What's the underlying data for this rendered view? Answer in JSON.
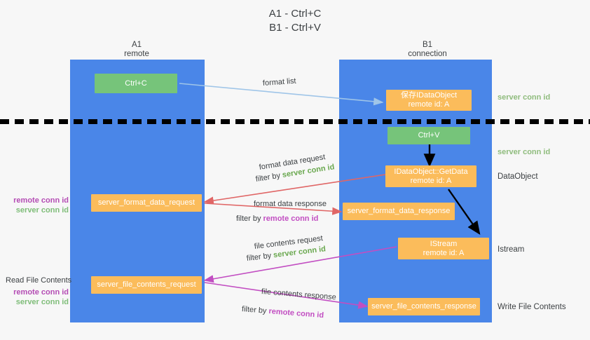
{
  "title": {
    "line1": "A1 - Ctrl+C",
    "line2": "B1 - Ctrl+V"
  },
  "columns": [
    {
      "id": "a1",
      "name": "A1",
      "role": "remote"
    },
    {
      "id": "b1",
      "name": "B1",
      "role": "connection"
    }
  ],
  "nodes": {
    "ctrl_c": {
      "line1": "Ctrl+C",
      "line2": ""
    },
    "save_idataobject": {
      "line1": "保存IDataObject",
      "line2": "remote id: A"
    },
    "ctrl_v": {
      "line1": "Ctrl+V",
      "line2": ""
    },
    "getdata": {
      "line1": "IDataObject::GetData",
      "line2": "remote id: A"
    },
    "fmt_req": {
      "line1": "server_format_data_request",
      "line2": ""
    },
    "fmt_resp": {
      "line1": "server_format_data_response",
      "line2": ""
    },
    "istream": {
      "line1": "IStream",
      "line2": "remote id: A"
    },
    "file_req": {
      "line1": "server_file_contents_request",
      "line2": ""
    },
    "file_resp": {
      "line1": "server_file_contents_response",
      "line2": ""
    }
  },
  "edge_labels": {
    "format_list": "format list",
    "format_data_request": "format data request",
    "format_data_request_filter_prefix": "filter by ",
    "format_data_request_filter_key": "server conn id",
    "format_data_response": "format data response",
    "format_data_response_filter_prefix": "filter by ",
    "format_data_response_filter_key": "remote conn id",
    "file_contents_request": "file contents request",
    "file_contents_request_filter_prefix": "filter by ",
    "file_contents_request_filter_key": "server conn id",
    "file_contents_response": "file contents response",
    "file_contents_response_filter_prefix": "filter by ",
    "file_contents_response_filter_key": "remote conn id"
  },
  "left_notes": {
    "conn_ids_1": {
      "remote": "remote conn id",
      "server": "server conn id"
    },
    "read_file_contents": "Read File Contents",
    "conn_ids_2": {
      "remote": "remote conn id",
      "server": "server conn id"
    }
  },
  "right_notes": {
    "server_conn_id_top": "server conn id",
    "server_conn_id_mid": "server conn id",
    "dataobject": "DataObject",
    "istream": "Istream",
    "write_file_contents": "Write File Contents"
  },
  "colors": {
    "column_blue": "#4a86e8",
    "node_green": "#76c47a",
    "node_orange": "#fbbc5b",
    "arrow_lightblue": "#9fc5e8",
    "arrow_red": "#e06666",
    "arrow_magenta": "#c24ec2",
    "arrow_black": "#000000",
    "key_server": "#6aa84f",
    "key_remote": "#c24ec2",
    "background": "#f7f7f7"
  }
}
